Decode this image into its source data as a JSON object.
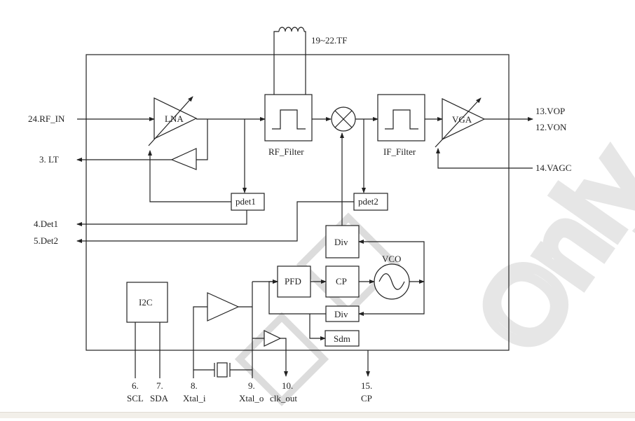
{
  "pins": {
    "rf_in": "24.RF_IN",
    "lt": "3. LT",
    "det1": "4.Det1",
    "det2": "5.Det2",
    "tf": "19~22.TF",
    "vop": "13.VOP",
    "von": "12.VON",
    "vagc": "14.VAGC",
    "scl_num": "6.",
    "scl": "SCL",
    "sda_num": "7.",
    "sda": "SDA",
    "xtal_i_num": "8.",
    "xtal_i": "Xtal_i",
    "xtal_o_num": "9.",
    "xtal_o": "Xtal_o",
    "clk_out_num": "10.",
    "clk_out": "clk_out",
    "cp_num": "15.",
    "cp": "CP"
  },
  "blocks": {
    "lna": "LNA",
    "rf_filter": "RF_Filter",
    "if_filter": "IF_Filter",
    "vga": "VGA",
    "pdet1": "pdet1",
    "pdet2": "pdet2",
    "div_top": "Div",
    "div_bottom": "Div",
    "vco": "VCO",
    "pfd": "PFD",
    "cp": "CP",
    "sdm": "Sdm",
    "i2c": "I2C"
  },
  "watermark": {
    "text": "Only"
  }
}
